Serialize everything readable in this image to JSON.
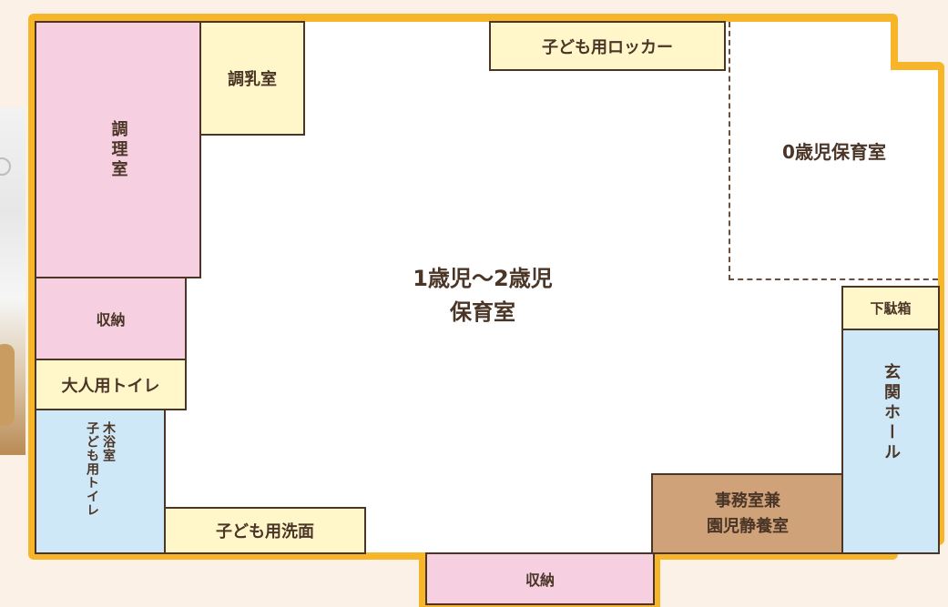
{
  "rooms": {
    "kitchen": "調理室",
    "formula": "調乳室",
    "kids_locker": "子ども用ロッカー",
    "infant_room": "0歳児保育室",
    "main_room_line1": "1歳児〜2歳児",
    "main_room_line2": "保育室",
    "storage_west": "収納",
    "adult_toilet": "大人用トイレ",
    "bath_col1": "木浴室",
    "bath_col2": "子ども用トイレ",
    "kids_washroom": "子ども用洗面",
    "storage_south": "収納",
    "office_line1": "事務室兼",
    "office_line2": "園児静養室",
    "entrance_hall": "玄関ホール",
    "shoe_box": "下駄箱"
  },
  "colors": {
    "outer_wall": "#f7b62a",
    "pink_rooms": "#f6cfe0",
    "cream_rooms": "#fff7c9",
    "blue_rooms": "#cfe8f7",
    "office": "#cfa27a"
  }
}
